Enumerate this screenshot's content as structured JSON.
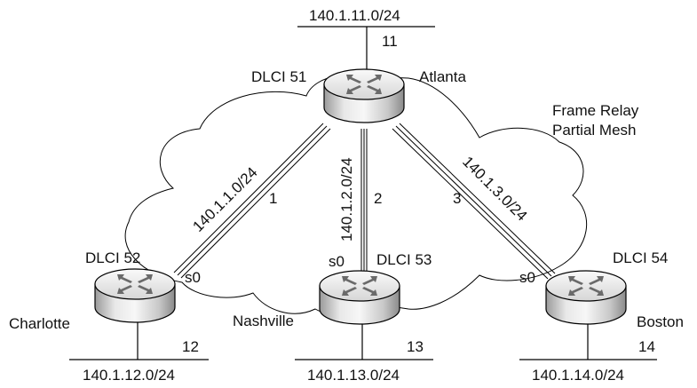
{
  "cloud": {
    "title_line1": "Frame Relay",
    "title_line2": "Partial Mesh"
  },
  "routers": {
    "atlanta": {
      "name": "Atlanta",
      "dlci": "DLCI 51"
    },
    "charlotte": {
      "name": "Charlotte",
      "dlci": "DLCI 52",
      "port": "s0"
    },
    "nashville": {
      "name": "Nashville",
      "dlci": "DLCI 53",
      "port": "s0"
    },
    "boston": {
      "name": "Boston",
      "dlci": "DLCI 54",
      "port": "s0"
    }
  },
  "lans": {
    "atlanta": {
      "subnet": "140.1.11.0/24",
      "number": "11"
    },
    "charlotte": {
      "subnet": "140.1.12.0/24",
      "number": "12"
    },
    "nashville": {
      "subnet": "140.1.13.0/24",
      "number": "13"
    },
    "boston": {
      "subnet": "140.1.14.0/24",
      "number": "14"
    }
  },
  "pvcs": {
    "charlotte": {
      "subnet": "140.1.1.0/24",
      "number": "1"
    },
    "nashville": {
      "subnet": "140.1.2.0/24",
      "number": "2"
    },
    "boston": {
      "subnet": "140.1.3.0/24",
      "number": "3"
    }
  },
  "colors": {
    "router_light": "#f4f4f4",
    "router_dark": "#7a7a7a",
    "outline": "#000000"
  }
}
